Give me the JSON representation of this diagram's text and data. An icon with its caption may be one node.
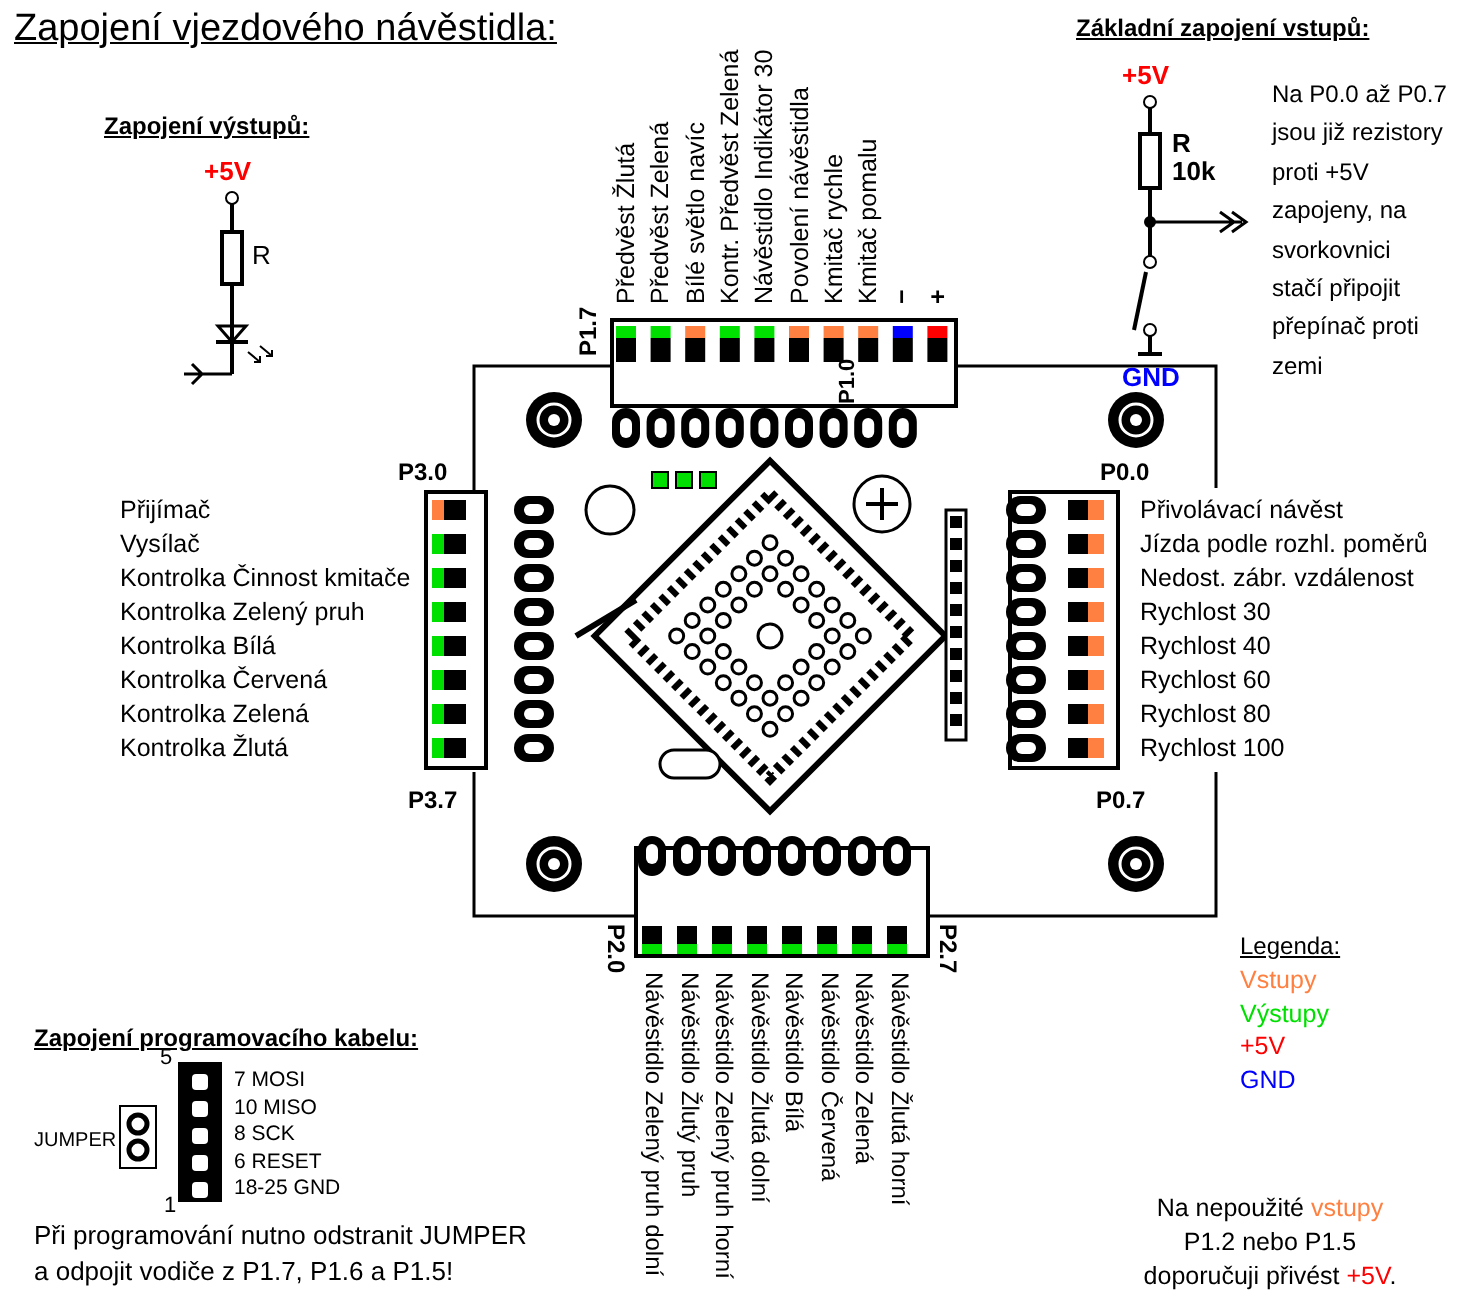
{
  "diagram": {
    "title": "Zapojení vjezdového návěstidla:",
    "labels": [
      "Základní zapojení vstupů:",
      "Zapojení výstupů:",
      "+5V",
      "R",
      "+5V",
      "R",
      "10k",
      "GND",
      "Na P0.0 až P0.7 jsou již rezistory proti +5V zapojeny, na svorkovnici stačí připojit přepínač proti zemi",
      "Předvěst Žlutá",
      "Předvěst Zelená",
      "Bílé světlo navíc",
      "Kontr. Předvěst Zelená",
      "Návěstidlo Indikátor 30",
      "Povolení návěstidla",
      "Kmitač rychle",
      "Kmitač pomalu",
      "−",
      "+",
      "P1.7",
      "P1.0",
      "P3.0",
      "Přijímač",
      "Vysílač",
      "Kontrolka Činnost kmitače",
      "Kontrolka Zelený pruh",
      "Kontrolka Bílá",
      "Kontrolka Červená",
      "Kontrolka Zelená",
      "Kontrolka Žlutá",
      "P3.7",
      "P0.0",
      "Přivolávací návěst",
      "Jízda podle rozhl. poměrů",
      "Nedost. zábr. vzdálenost",
      "Rychlost 30",
      "Rychlost 40",
      "Rychlost 60",
      "Rychlost 80",
      "Rychlost 100",
      "P0.7",
      "P2.0",
      "P2.7",
      "Návěstidlo Zelený pruh dolní",
      "Návěstidlo Žlutý pruh",
      "Návěstidlo Zelený pruh horní",
      "Návěstidlo Žlutá dolní",
      "Návěstidlo Bílá",
      "Návěstidlo Červená",
      "Návěstidlo Zelená",
      "Návěstidlo Žlutá horní",
      "Legenda:",
      "Zapojení programovacího kabelu:",
      "5",
      "1",
      "JUMPER",
      "7 MOSI",
      "10 MISO",
      "8 SCK",
      "6 RESET",
      "18-25 GND",
      "Při programování nutno odstranit JUMPER a odpojit vodiče z P1.7, P1.6 a P1.5!",
      "Na nepoužité",
      "vstupy",
      "P1.2 nebo P1.5",
      "doporučuji přivést",
      "+5V",
      "."
    ],
    "legend": [
      {
        "text": "Vstupy",
        "color": "#ff8040"
      },
      {
        "text": "Výstupy",
        "color": "#00e000"
      },
      {
        "text": "+5V",
        "color": "#ff0000"
      },
      {
        "text": "GND",
        "color": "#0000ff"
      }
    ]
  }
}
